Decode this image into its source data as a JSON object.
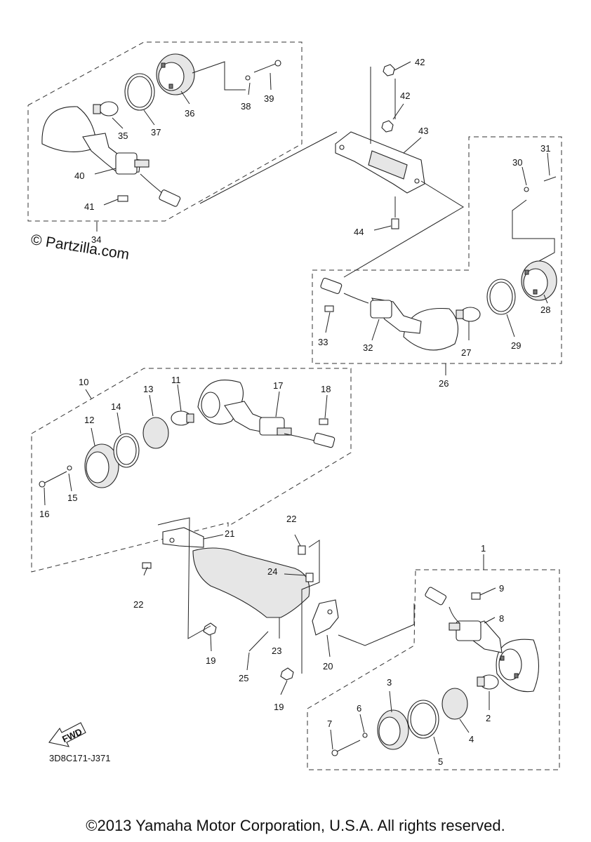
{
  "watermark": "© Partzilla.com",
  "diagram_code": "3D8C171-J371",
  "fwd_label": "FWD",
  "copyright": "©2013 Yamaha Motor Corporation, U.S.A. All rights reserved.",
  "callouts": {
    "n1": "1",
    "n2": "2",
    "n3": "3",
    "n4": "4",
    "n5": "5",
    "n6": "6",
    "n7": "7",
    "n8": "8",
    "n9": "9",
    "n10": "10",
    "n11": "11",
    "n12": "12",
    "n13": "13",
    "n14": "14",
    "n15": "15",
    "n16": "16",
    "n17": "17",
    "n18": "18",
    "n19a": "19",
    "n19b": "19",
    "n20": "20",
    "n21": "21",
    "n22a": "22",
    "n22b": "22",
    "n23": "23",
    "n24": "24",
    "n25": "25",
    "n26": "26",
    "n27": "27",
    "n28": "28",
    "n29": "29",
    "n30": "30",
    "n31": "31",
    "n32": "32",
    "n33": "33",
    "n34": "34",
    "n35": "35",
    "n36": "36",
    "n37": "37",
    "n38": "38",
    "n39": "39",
    "n40": "40",
    "n41": "41",
    "n42a": "42",
    "n42b": "42",
    "n43": "43",
    "n44": "44"
  }
}
